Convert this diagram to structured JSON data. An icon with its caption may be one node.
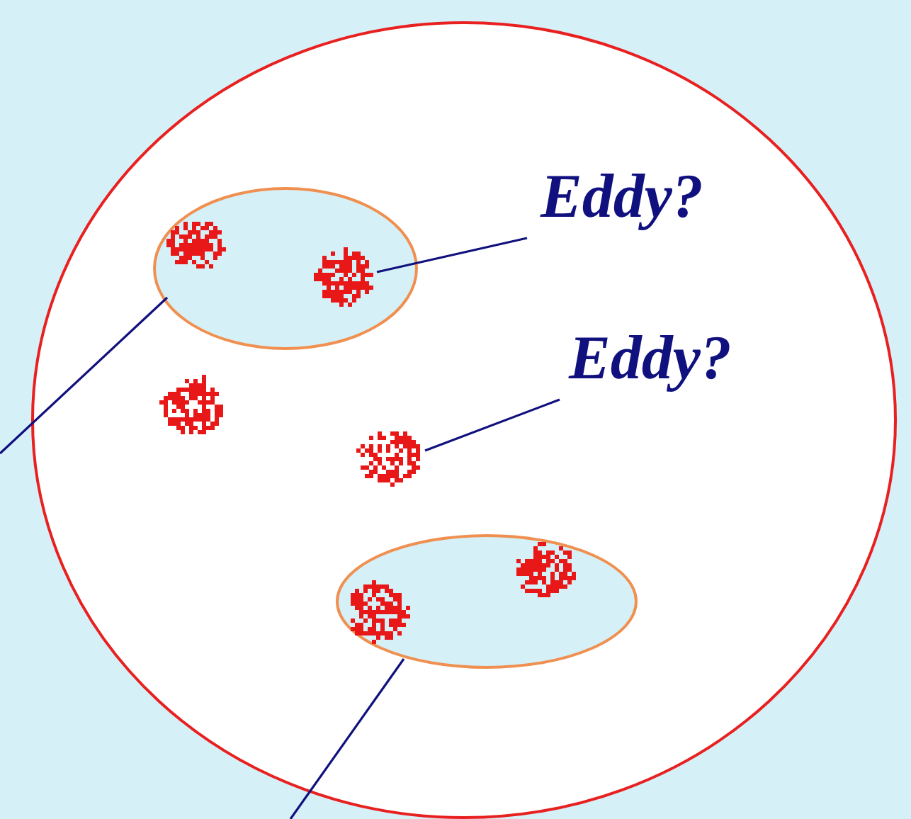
{
  "diagram": {
    "nodes": [
      {
        "text": [],
        "shape": "circle"
      },
      {
        "text": [],
        "shape": "ellipse",
        "in": 0
      },
      {
        "text": [],
        "shape": "blob",
        "in": 1
      },
      {
        "text": [],
        "shape": "blob",
        "in": 1
      },
      {
        "text": [
          "Eddy?"
        ],
        "in": 0
      },
      {
        "text": [],
        "shape": "blob",
        "in": 0
      },
      {
        "text": [
          "Eddy?"
        ],
        "in": 0
      },
      {
        "text": [],
        "shape": "blob",
        "in": 0
      },
      {
        "text": [],
        "shape": "ellipse",
        "in": 0
      },
      {
        "text": [],
        "shape": "blob",
        "in": 8
      },
      {
        "text": [],
        "shape": "blob",
        "in": 8
      }
    ],
    "edges": [
      {
        "from": 4,
        "to": 3,
        "arrow": "none"
      },
      {
        "from": 6,
        "to": 7,
        "arrow": "none"
      },
      {
        "from": null,
        "to": 1,
        "arrow": "none"
      },
      {
        "from": null,
        "to": 8,
        "arrow": "none"
      }
    ]
  }
}
